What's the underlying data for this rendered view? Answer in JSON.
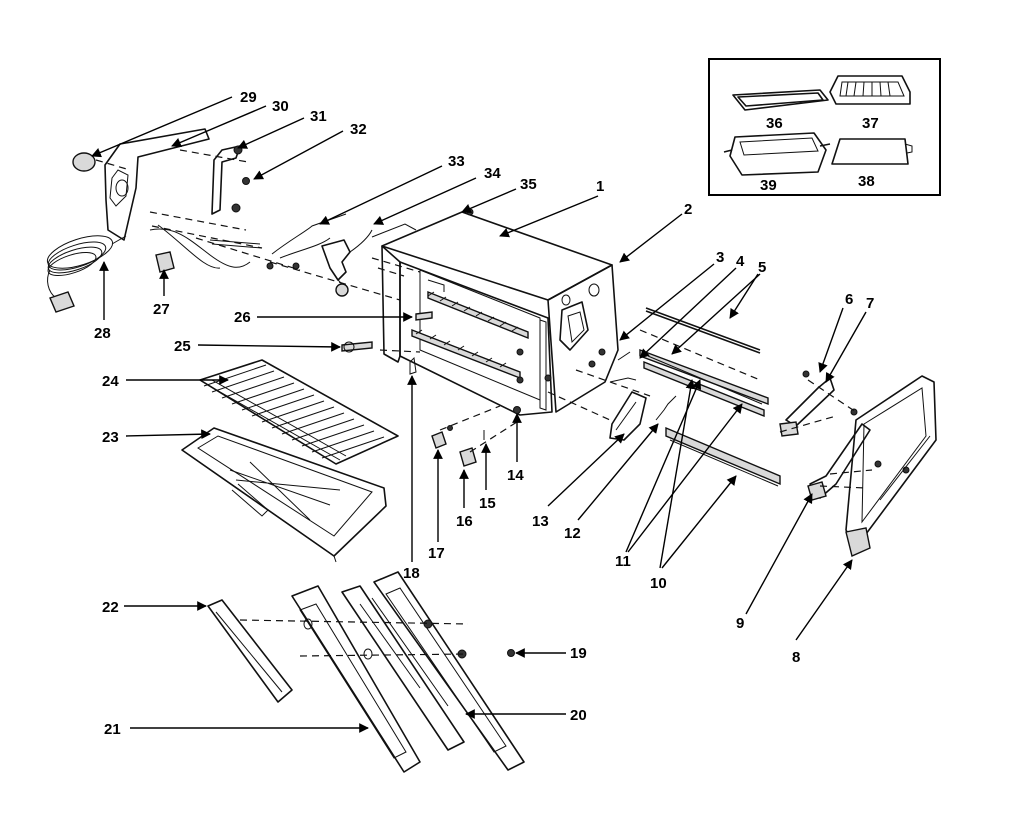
{
  "parts": [
    "1",
    "2",
    "3",
    "4",
    "5",
    "6",
    "7",
    "8",
    "9",
    "10",
    "11",
    "12",
    "13",
    "14",
    "15",
    "16",
    "17",
    "18",
    "19",
    "20",
    "21",
    "22",
    "23",
    "24",
    "25",
    "26",
    "27",
    "28",
    "29",
    "30",
    "31",
    "32",
    "33",
    "34",
    "35",
    "36",
    "37",
    "38",
    "39"
  ]
}
